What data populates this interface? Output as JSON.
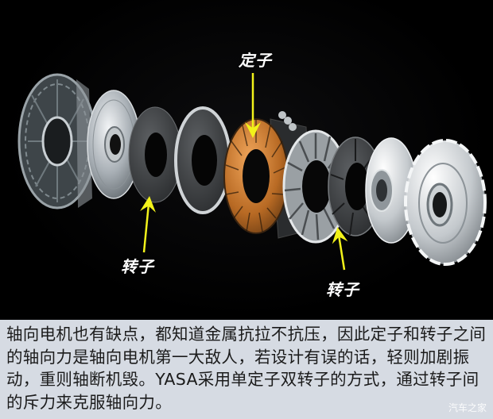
{
  "figure": {
    "labels": {
      "stator": "定子",
      "rotor_left": "转子",
      "rotor_right": "转子"
    },
    "components": [
      "housing-left",
      "rotor-disc-left-silver",
      "magnet-ring-left",
      "spacer-disc-left",
      "stator-copper-coils",
      "stator-cooling-jacket",
      "rotor-spoked-plate",
      "magnet-ring-right",
      "rotor-disc-right-silver",
      "housing-right"
    ],
    "colors": {
      "arrow": "#f2f21a",
      "label": "#ffffff",
      "copper": "#c8792e",
      "background": "#000000"
    }
  },
  "caption": {
    "text": "轴向电机也有缺点，都知道金属抗拉不抗压，因此定子和转子之间的轴向力是轴向电机第一大敌人，若设计有误的话，轻则加剧振动，重则轴断机毁。YASA采用单定子双转子的方式，通过转子间的斥力来克服轴向力。",
    "background": "#d6dbe3"
  },
  "watermark": "汽车之家"
}
